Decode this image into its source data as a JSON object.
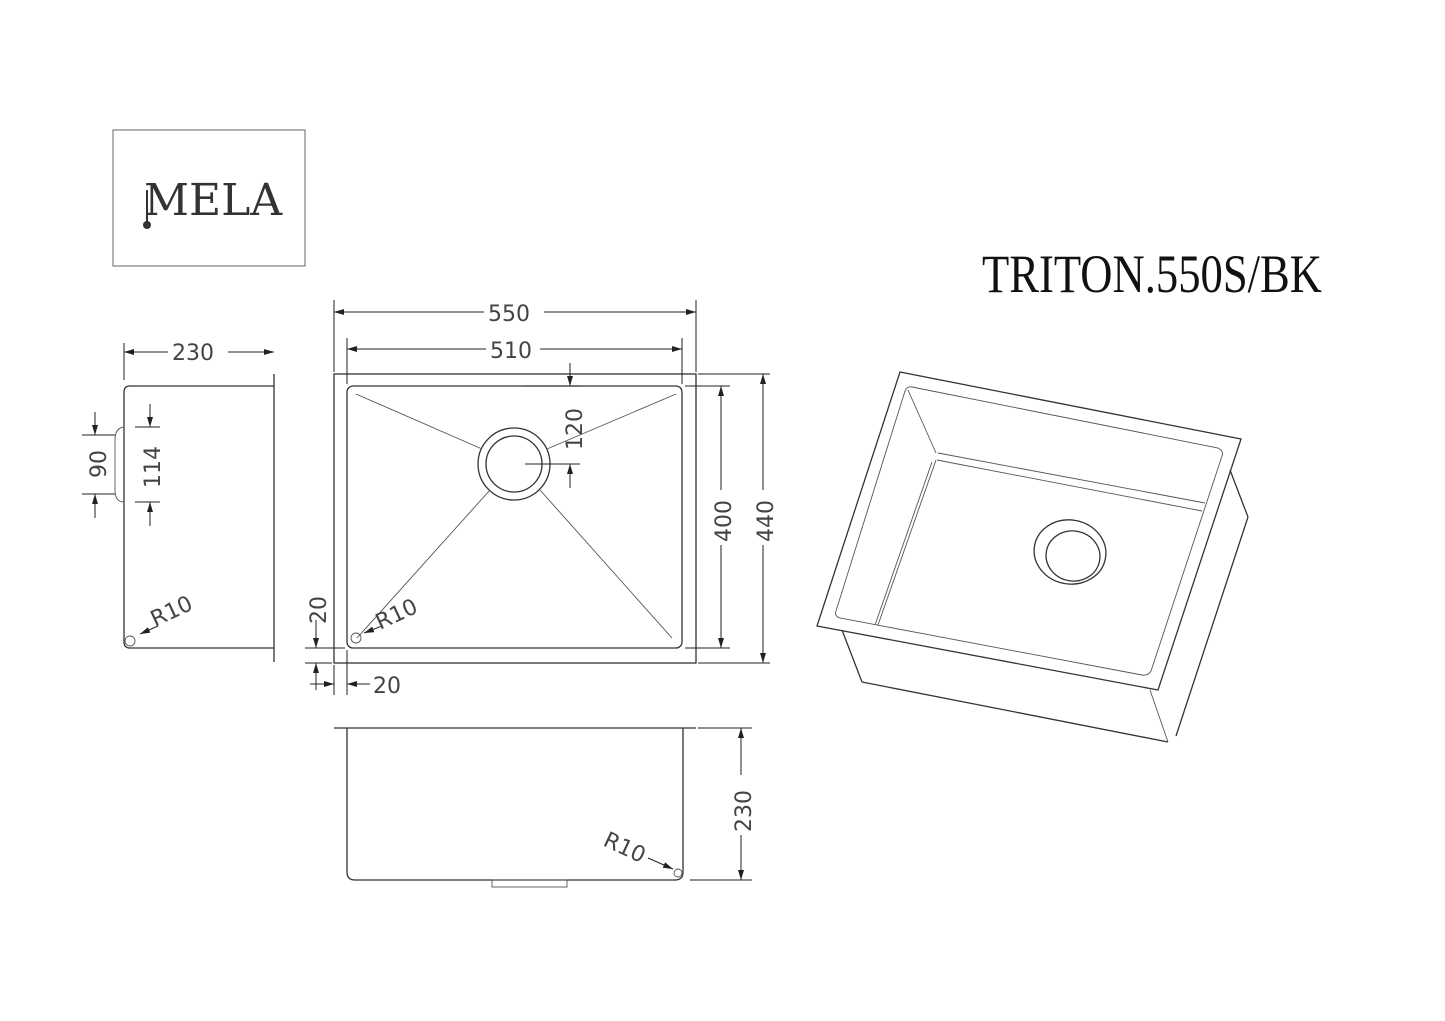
{
  "logo": {
    "text": "MELA"
  },
  "title": "TRITON.550S/BK",
  "dimensions": {
    "overall_width": "550",
    "bowl_width": "510",
    "side_depth": "230",
    "overflow_90": "90",
    "overflow_114": "114",
    "drain_offset": "120",
    "bowl_length": "400",
    "overall_length": "440",
    "rim_20_vertical": "20",
    "rim_20_horizontal": "20",
    "radius_side": "R10",
    "radius_top": "R10",
    "radius_front": "R10",
    "front_depth": "230"
  }
}
